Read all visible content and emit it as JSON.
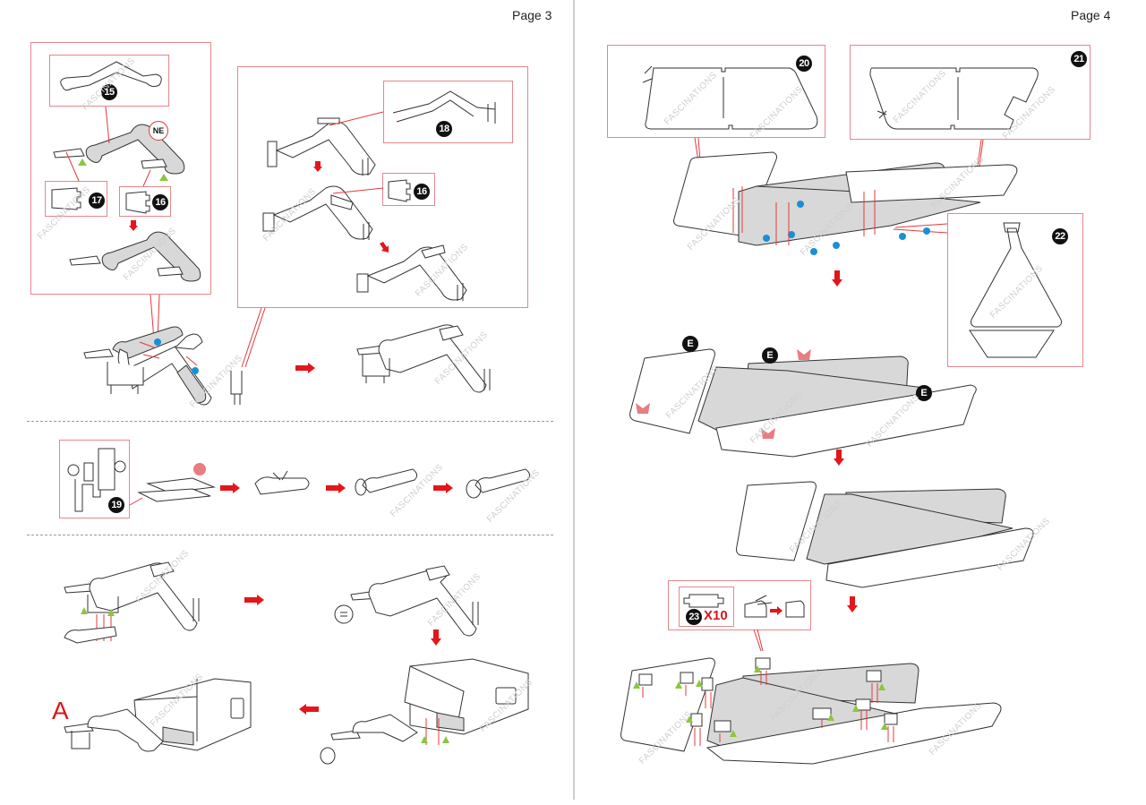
{
  "pages": {
    "left": {
      "label": "Page 3"
    },
    "right": {
      "label": "Page 4"
    }
  },
  "watermark": "FASCINATIONS",
  "parts": {
    "p15": "15",
    "p16": "16",
    "p17": "17",
    "p18": "18",
    "p19": "19",
    "p20": "20",
    "p21": "21",
    "p22": "22",
    "p23": "23"
  },
  "markers": {
    "ne": "NE",
    "e": "E",
    "assembly_letter": "A",
    "quantity_23": "X10"
  },
  "colors": {
    "callout_border": "#e8868c",
    "arrow_red": "#e3161c",
    "tab_green": "#8cc63f",
    "dot_blue": "#1a8fd6",
    "part_gray": "#d8d8d8"
  }
}
